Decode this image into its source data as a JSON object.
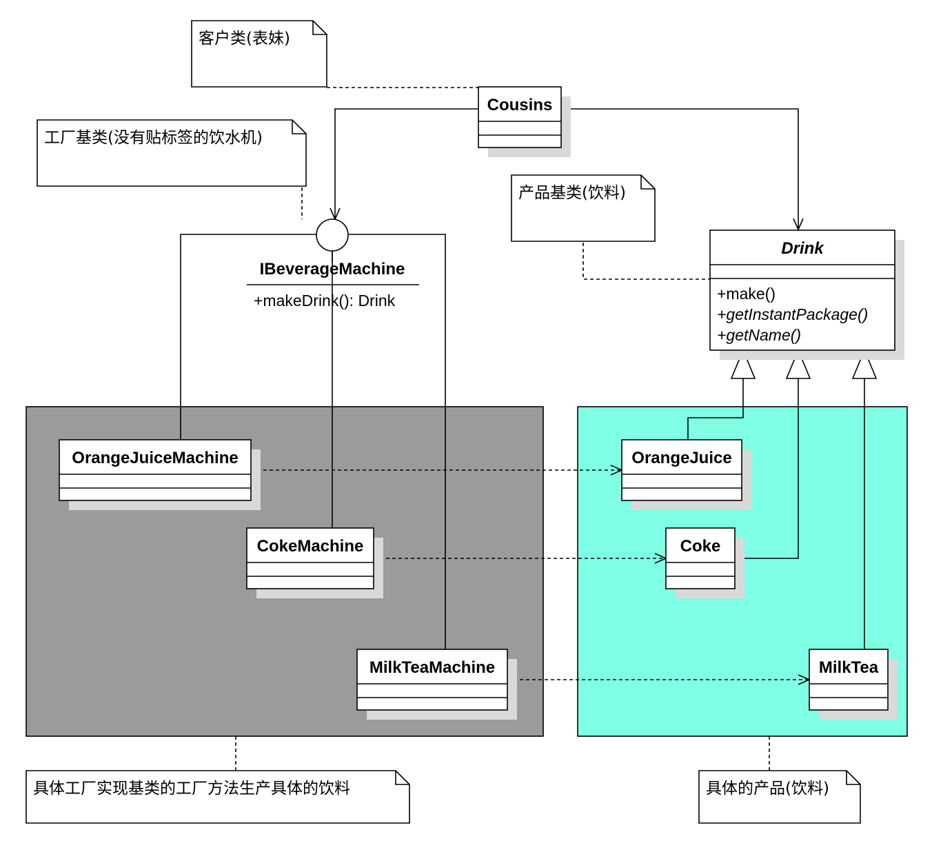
{
  "notes": {
    "client": "客户类(表妹)",
    "factory_base": "工厂基类(没有贴标签的饮水机)",
    "product_base": "产品基类(饮料)",
    "concrete_factory": "具体工厂实现基类的工厂方法生产具体的饮料",
    "concrete_product": "具体的产品(饮料)"
  },
  "classes": {
    "cousins": {
      "name": "Cousins"
    },
    "drink": {
      "name": "Drink",
      "methods": [
        "+make()",
        "+getInstantPackage()",
        "+getName()"
      ]
    },
    "interface": {
      "name": "IBeverageMachine",
      "method": "+makeDrink(): Drink"
    },
    "orange_juice_machine": {
      "name": "OrangeJuiceMachine"
    },
    "coke_machine": {
      "name": "CokeMachine"
    },
    "milktea_machine": {
      "name": "MilkTeaMachine"
    },
    "orange_juice": {
      "name": "OrangeJuice"
    },
    "coke": {
      "name": "Coke"
    },
    "milktea": {
      "name": "MilkTea"
    }
  },
  "colors": {
    "factory_group": "#9b9b9b",
    "product_group": "#7fffe4",
    "shadow": "#d9d9d9"
  }
}
